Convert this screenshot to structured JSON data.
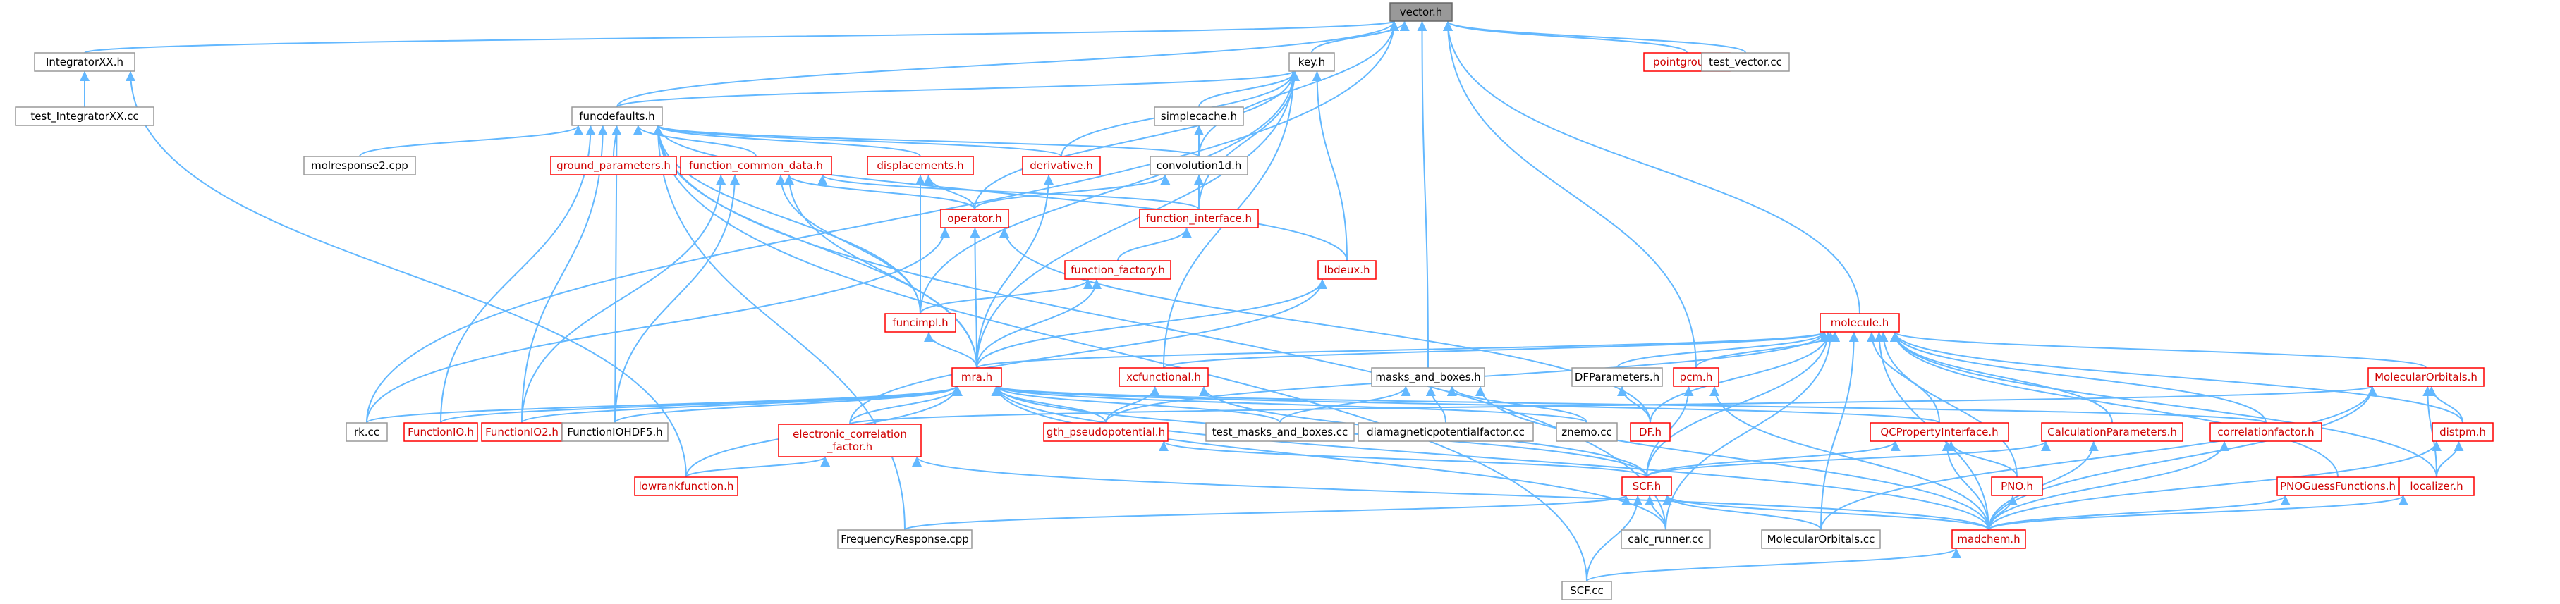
{
  "graph": {
    "nodes": [
      {
        "id": "vector_h",
        "label": "vector.h",
        "style": "root"
      },
      {
        "id": "integratorxx_h",
        "label": "IntegratorXX.h",
        "style": "normal"
      },
      {
        "id": "test_integratorxx_cc",
        "label": "test_IntegratorXX.cc",
        "style": "normal"
      },
      {
        "id": "key_h",
        "label": "key.h",
        "style": "normal"
      },
      {
        "id": "pointgroup_h",
        "label": "pointgroup.h",
        "style": "red"
      },
      {
        "id": "test_vector_cc",
        "label": "test_vector.cc",
        "style": "normal"
      },
      {
        "id": "funcdefaults_h",
        "label": "funcdefaults.h",
        "style": "normal"
      },
      {
        "id": "simplecache_h",
        "label": "simplecache.h",
        "style": "normal"
      },
      {
        "id": "molresponse2_cpp",
        "label": "molresponse2.cpp",
        "style": "normal"
      },
      {
        "id": "ground_parameters_h",
        "label": "ground_parameters.h",
        "style": "red"
      },
      {
        "id": "function_common_data_h",
        "label": "function_common_data.h",
        "style": "red"
      },
      {
        "id": "displacements_h",
        "label": "displacements.h",
        "style": "red"
      },
      {
        "id": "derivative_h",
        "label": "derivative.h",
        "style": "red"
      },
      {
        "id": "convolution1d_h",
        "label": "convolution1d.h",
        "style": "normal"
      },
      {
        "id": "operator_h",
        "label": "operator.h",
        "style": "red"
      },
      {
        "id": "function_interface_h",
        "label": "function_interface.h",
        "style": "red"
      },
      {
        "id": "function_factory_h",
        "label": "function_factory.h",
        "style": "red"
      },
      {
        "id": "lbdeux_h",
        "label": "lbdeux.h",
        "style": "red"
      },
      {
        "id": "funcimpl_h",
        "label": "funcimpl.h",
        "style": "red"
      },
      {
        "id": "molecule_h",
        "label": "molecule.h",
        "style": "red"
      },
      {
        "id": "mra_h",
        "label": "mra.h",
        "style": "red"
      },
      {
        "id": "xcfunctional_h",
        "label": "xcfunctional.h",
        "style": "red"
      },
      {
        "id": "masks_and_boxes_h",
        "label": "masks_and_boxes.h",
        "style": "normal"
      },
      {
        "id": "dfparameters_h",
        "label": "DFParameters.h",
        "style": "normal"
      },
      {
        "id": "pcm_h",
        "label": "pcm.h",
        "style": "red"
      },
      {
        "id": "molecularorbitals_h",
        "label": "MolecularOrbitals.h",
        "style": "red"
      },
      {
        "id": "rk_cc",
        "label": "rk.cc",
        "style": "normal"
      },
      {
        "id": "functionio_h",
        "label": "FunctionIO.h",
        "style": "red"
      },
      {
        "id": "functionio2_h",
        "label": "FunctionIO2.h",
        "style": "red"
      },
      {
        "id": "functionio_hdf5_h",
        "label": "FunctionIOHDF5.h",
        "style": "normal"
      },
      {
        "id": "electronic_correlation_factor_h",
        "label": "electronic_correlation\n_factor.h",
        "style": "red"
      },
      {
        "id": "gth_pseudopotential_h",
        "label": "gth_pseudopotential.h",
        "style": "red"
      },
      {
        "id": "test_masks_and_boxes_cc",
        "label": "test_masks_and_boxes.cc",
        "style": "normal"
      },
      {
        "id": "diamagneticpotentialfactor_cc",
        "label": "diamagneticpotentialfactor.cc",
        "style": "normal"
      },
      {
        "id": "znemo_cc",
        "label": "znemo.cc",
        "style": "normal"
      },
      {
        "id": "df_h",
        "label": "DF.h",
        "style": "red"
      },
      {
        "id": "qcpropertyinterface_h",
        "label": "QCPropertyInterface.h",
        "style": "red"
      },
      {
        "id": "calculationparameters_h",
        "label": "CalculationParameters.h",
        "style": "red"
      },
      {
        "id": "correlationfactor_h",
        "label": "correlationfactor.h",
        "style": "red"
      },
      {
        "id": "distpm_h",
        "label": "distpm.h",
        "style": "red"
      },
      {
        "id": "lowrankfunction_h",
        "label": "lowrankfunction.h",
        "style": "red"
      },
      {
        "id": "scf_h",
        "label": "SCF.h",
        "style": "red"
      },
      {
        "id": "pno_h",
        "label": "PNO.h",
        "style": "red"
      },
      {
        "id": "pnoguessfunctions_h",
        "label": "PNOGuessFunctions.h",
        "style": "red"
      },
      {
        "id": "localizer_h",
        "label": "localizer.h",
        "style": "red"
      },
      {
        "id": "frequencyresponse_cpp",
        "label": "FrequencyResponse.cpp",
        "style": "normal"
      },
      {
        "id": "calc_runner_cc",
        "label": "calc_runner.cc",
        "style": "normal"
      },
      {
        "id": "molecularorbitals_cc",
        "label": "MolecularOrbitals.cc",
        "style": "normal"
      },
      {
        "id": "madchem_h",
        "label": "madchem.h",
        "style": "red"
      },
      {
        "id": "scf_cc",
        "label": "SCF.cc",
        "style": "normal"
      }
    ],
    "edges": [
      [
        "vector_h",
        "integratorxx_h"
      ],
      [
        "vector_h",
        "key_h"
      ],
      [
        "vector_h",
        "pointgroup_h"
      ],
      [
        "vector_h",
        "test_vector_cc"
      ],
      [
        "vector_h",
        "funcdefaults_h"
      ],
      [
        "vector_h",
        "convolution1d_h"
      ],
      [
        "vector_h",
        "masks_and_boxes_h"
      ],
      [
        "vector_h",
        "molecule_h"
      ],
      [
        "vector_h",
        "pcm_h"
      ],
      [
        "vector_h",
        "rk_cc"
      ],
      [
        "integratorxx_h",
        "test_integratorxx_cc"
      ],
      [
        "integratorxx_h",
        "lowrankfunction_h"
      ],
      [
        "key_h",
        "funcdefaults_h"
      ],
      [
        "key_h",
        "simplecache_h"
      ],
      [
        "key_h",
        "derivative_h"
      ],
      [
        "key_h",
        "operator_h"
      ],
      [
        "key_h",
        "function_interface_h"
      ],
      [
        "key_h",
        "lbdeux_h"
      ],
      [
        "key_h",
        "funcimpl_h"
      ],
      [
        "key_h",
        "mra_h"
      ],
      [
        "key_h",
        "xcfunctional_h"
      ],
      [
        "funcdefaults_h",
        "molresponse2_cpp"
      ],
      [
        "funcdefaults_h",
        "ground_parameters_h"
      ],
      [
        "funcdefaults_h",
        "function_common_data_h"
      ],
      [
        "funcdefaults_h",
        "displacements_h"
      ],
      [
        "funcdefaults_h",
        "derivative_h"
      ],
      [
        "funcdefaults_h",
        "convolution1d_h"
      ],
      [
        "funcdefaults_h",
        "lbdeux_h"
      ],
      [
        "funcdefaults_h",
        "funcimpl_h"
      ],
      [
        "funcdefaults_h",
        "mra_h"
      ],
      [
        "funcdefaults_h",
        "functionio_h"
      ],
      [
        "funcdefaults_h",
        "functionio2_h"
      ],
      [
        "funcdefaults_h",
        "functionio_hdf5_h"
      ],
      [
        "funcdefaults_h",
        "frequencyresponse_cpp"
      ],
      [
        "funcdefaults_h",
        "scf_cc"
      ],
      [
        "funcdefaults_h",
        "calc_runner_cc"
      ],
      [
        "simplecache_h",
        "convolution1d_h"
      ],
      [
        "simplecache_h",
        "function_interface_h"
      ],
      [
        "function_common_data_h",
        "operator_h"
      ],
      [
        "function_common_data_h",
        "function_interface_h"
      ],
      [
        "function_common_data_h",
        "funcimpl_h"
      ],
      [
        "function_common_data_h",
        "mra_h"
      ],
      [
        "function_common_data_h",
        "functionio2_h"
      ],
      [
        "function_common_data_h",
        "functionio_hdf5_h"
      ],
      [
        "displacements_h",
        "operator_h"
      ],
      [
        "displacements_h",
        "funcimpl_h"
      ],
      [
        "derivative_h",
        "mra_h"
      ],
      [
        "convolution1d_h",
        "operator_h"
      ],
      [
        "convolution1d_h",
        "function_interface_h"
      ],
      [
        "operator_h",
        "mra_h"
      ],
      [
        "operator_h",
        "rk_cc"
      ],
      [
        "operator_h",
        "df_h"
      ],
      [
        "function_interface_h",
        "function_factory_h"
      ],
      [
        "function_factory_h",
        "funcimpl_h"
      ],
      [
        "function_factory_h",
        "mra_h"
      ],
      [
        "lbdeux_h",
        "mra_h"
      ],
      [
        "lbdeux_h",
        "electronic_correlation_factor_h"
      ],
      [
        "funcimpl_h",
        "mra_h"
      ],
      [
        "molecule_h",
        "mra_h"
      ],
      [
        "molecule_h",
        "xcfunctional_h"
      ],
      [
        "molecule_h",
        "dfparameters_h"
      ],
      [
        "molecule_h",
        "pcm_h"
      ],
      [
        "molecule_h",
        "molecularorbitals_h"
      ],
      [
        "molecule_h",
        "gth_pseudopotential_h"
      ],
      [
        "molecule_h",
        "df_h"
      ],
      [
        "molecule_h",
        "qcpropertyinterface_h"
      ],
      [
        "molecule_h",
        "calculationparameters_h"
      ],
      [
        "molecule_h",
        "correlationfactor_h"
      ],
      [
        "molecule_h",
        "distpm_h"
      ],
      [
        "molecule_h",
        "scf_h"
      ],
      [
        "molecule_h",
        "pno_h"
      ],
      [
        "molecule_h",
        "pnoguessfunctions_h"
      ],
      [
        "molecule_h",
        "localizer_h"
      ],
      [
        "molecule_h",
        "calc_runner_cc"
      ],
      [
        "molecule_h",
        "molecularorbitals_cc"
      ],
      [
        "molecule_h",
        "madchem_h"
      ],
      [
        "mra_h",
        "rk_cc"
      ],
      [
        "mra_h",
        "functionio_h"
      ],
      [
        "mra_h",
        "functionio2_h"
      ],
      [
        "mra_h",
        "functionio_hdf5_h"
      ],
      [
        "mra_h",
        "electronic_correlation_factor_h"
      ],
      [
        "mra_h",
        "gth_pseudopotential_h"
      ],
      [
        "mra_h",
        "test_masks_and_boxes_cc"
      ],
      [
        "mra_h",
        "znemo_cc"
      ],
      [
        "mra_h",
        "qcpropertyinterface_h"
      ],
      [
        "mra_h",
        "correlationfactor_h"
      ],
      [
        "mra_h",
        "lowrankfunction_h"
      ],
      [
        "mra_h",
        "scf_h"
      ],
      [
        "mra_h",
        "madchem_h"
      ],
      [
        "mra_h",
        "calc_runner_cc"
      ],
      [
        "xcfunctional_h",
        "gth_pseudopotential_h"
      ],
      [
        "xcfunctional_h",
        "scf_h"
      ],
      [
        "masks_and_boxes_h",
        "test_masks_and_boxes_cc"
      ],
      [
        "masks_and_boxes_h",
        "diamagneticpotentialfactor_cc"
      ],
      [
        "masks_and_boxes_h",
        "znemo_cc"
      ],
      [
        "masks_and_boxes_h",
        "madchem_h"
      ],
      [
        "dfparameters_h",
        "df_h"
      ],
      [
        "pcm_h",
        "scf_h"
      ],
      [
        "pcm_h",
        "madchem_h"
      ],
      [
        "molecularorbitals_h",
        "distpm_h"
      ],
      [
        "molecularorbitals_h",
        "localizer_h"
      ],
      [
        "molecularorbitals_h",
        "molecularorbitals_cc"
      ],
      [
        "molecularorbitals_h",
        "madchem_h"
      ],
      [
        "molecularorbitals_h",
        "electronic_correlation_factor_h"
      ],
      [
        "electronic_correlation_factor_h",
        "lowrankfunction_h"
      ],
      [
        "electronic_correlation_factor_h",
        "madchem_h"
      ],
      [
        "gth_pseudopotential_h",
        "scf_h"
      ],
      [
        "qcpropertyinterface_h",
        "scf_h"
      ],
      [
        "qcpropertyinterface_h",
        "pno_h"
      ],
      [
        "qcpropertyinterface_h",
        "madchem_h"
      ],
      [
        "calculationparameters_h",
        "scf_h"
      ],
      [
        "calculationparameters_h",
        "madchem_h"
      ],
      [
        "correlationfactor_h",
        "madchem_h"
      ],
      [
        "distpm_h",
        "localizer_h"
      ],
      [
        "distpm_h",
        "madchem_h"
      ],
      [
        "scf_h",
        "frequencyresponse_cpp"
      ],
      [
        "scf_h",
        "calc_runner_cc"
      ],
      [
        "scf_h",
        "molecularorbitals_cc"
      ],
      [
        "scf_h",
        "madchem_h"
      ],
      [
        "scf_h",
        "scf_cc"
      ],
      [
        "pno_h",
        "madchem_h"
      ],
      [
        "pnoguessfunctions_h",
        "madchem_h"
      ],
      [
        "localizer_h",
        "madchem_h"
      ],
      [
        "madchem_h",
        "scf_cc"
      ]
    ]
  }
}
